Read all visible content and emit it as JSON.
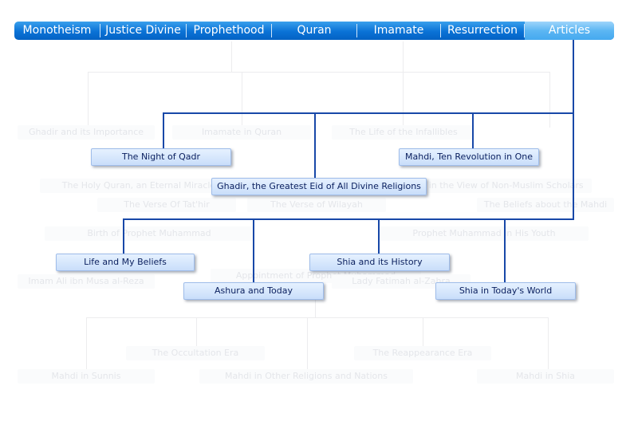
{
  "nav": {
    "items": [
      {
        "label": "Monotheism"
      },
      {
        "label": "Justice Divine"
      },
      {
        "label": "Prophethood"
      },
      {
        "label": "Quran"
      },
      {
        "label": "Imamate"
      },
      {
        "label": "Resurrection"
      },
      {
        "label": "Articles"
      }
    ],
    "active_index": 6
  },
  "articles": [
    "The Night of Qadr",
    "Mahdi, Ten Revolution in One",
    "Ghadir, the Greatest Eid of All Divine Religions",
    "Life and My Beliefs",
    "Shia and its History",
    "Ashura and Today",
    "Shia in Today's World"
  ],
  "background_items": [
    "Ghadir and its Importance",
    "Imamate in Quran",
    "The Life of the Infallibles",
    "The Holy Quran, an Eternal Miracle",
    "Quran in the View of Non-Muslim Scholars",
    "The Verse Of Tat'hir",
    "The Verse of Wilayah",
    "The Beliefs about the Mahdi",
    "Birth of Prophet Muhammad",
    "Prophet Muhammad in His Youth",
    "Imam Ali ibn Musa al-Reza",
    "Appointment of Prophet Muhammad",
    "Lady Fatimah al-Zahra",
    "The Occultation Era",
    "The Reappearance Era",
    "Mahdi in Sunnis",
    "Mahdi in Other Religions and Nations",
    "Mahdi in Shia"
  ],
  "colors": {
    "nav_gradient_top": "#3aa0ec",
    "nav_gradient_bottom": "#0462c4",
    "nav_active": "#5cb6f3",
    "connector": "#1848a8",
    "box_fill": "#c9defa",
    "box_text": "#0a1f5e"
  }
}
